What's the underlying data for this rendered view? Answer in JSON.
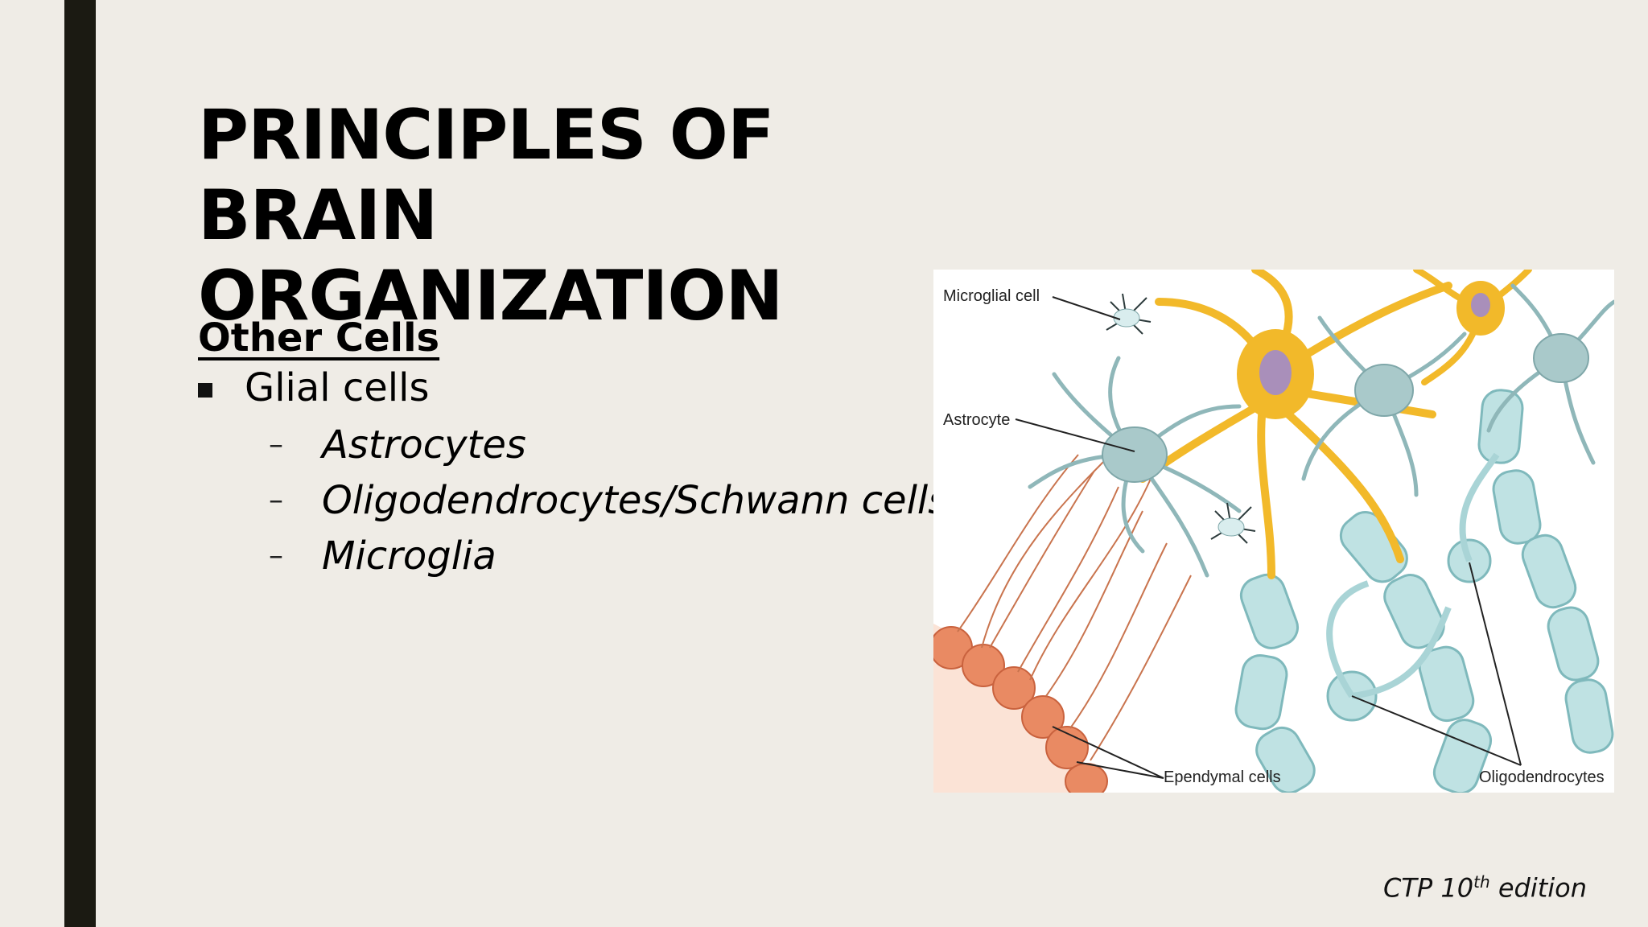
{
  "slide": {
    "title_line1": "PRINCIPLES OF BRAIN",
    "title_line2": "ORGANIZATION",
    "subheading": "Other Cells",
    "bullet": "Glial cells",
    "sub_items": [
      "Astrocytes",
      "Oligodendrocytes/Schwann cells",
      "Microglia"
    ],
    "dash": "–"
  },
  "figure": {
    "labels": {
      "microglial": "Microglial cell",
      "astrocyte": "Astrocyte",
      "ependymal": "Ependymal cells",
      "oligodendrocytes": "Oligodendrocytes"
    }
  },
  "caption": {
    "prefix": "CTP 10",
    "superscript": "th",
    "suffix": " edition"
  },
  "colors": {
    "background": "#EFECE6",
    "left_bar": "#1B1A12",
    "neuron": "#F2B92A",
    "glia": "#A9D4D6",
    "ependymal": "#E98A63"
  }
}
